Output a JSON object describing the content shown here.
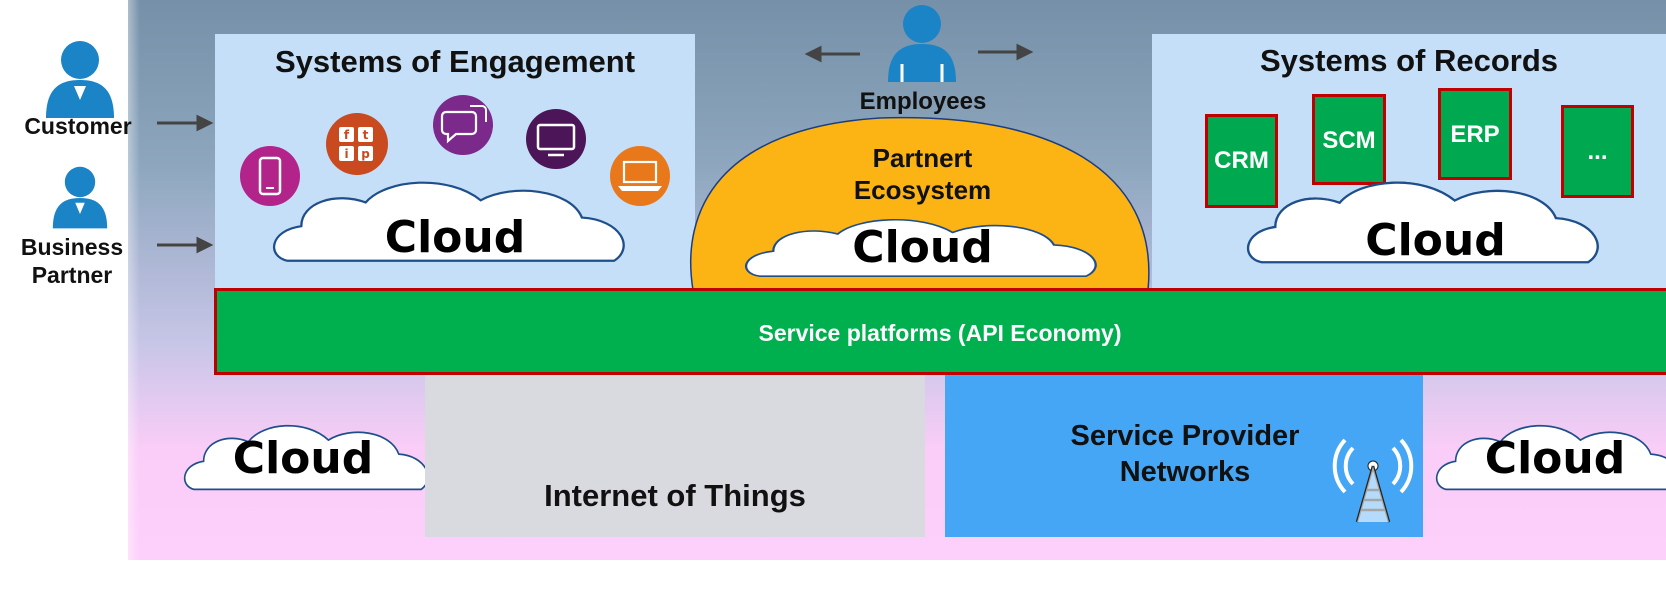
{
  "actors": {
    "customer": "Customer",
    "business_partner_line1": "Business",
    "business_partner_line2": "Partner",
    "employees": "Employees"
  },
  "engagement": {
    "title": "Systems of Engagement",
    "cloud": "Cloud",
    "social_letters": [
      "f",
      "t",
      "i",
      "p"
    ]
  },
  "ecosystem": {
    "line1": "Partnert",
    "line2": "Ecosystem",
    "cloud": "Cloud"
  },
  "records": {
    "title": "Systems of Records",
    "items": [
      "CRM",
      "SCM",
      "ERP",
      "..."
    ],
    "cloud": "Cloud"
  },
  "platform": {
    "label": "Service platforms (API Economy)"
  },
  "iot": {
    "label": "Internet of Things"
  },
  "spn": {
    "line1": "Service Provider",
    "line2": "Networks"
  },
  "bottom_clouds": {
    "left": "Cloud",
    "right": "Cloud"
  },
  "colors": {
    "panel_top": "#7590a8",
    "panel_bottom": "#fdd0fb",
    "box_fill": "#c4dff7",
    "green": "#00b04f",
    "red_border": "#c00000",
    "ecosystem_orange": "#fbb414",
    "spn_blue": "#45a6f5",
    "iot_gray": "#d9d9e0",
    "person_blue": "#1b84c6"
  }
}
